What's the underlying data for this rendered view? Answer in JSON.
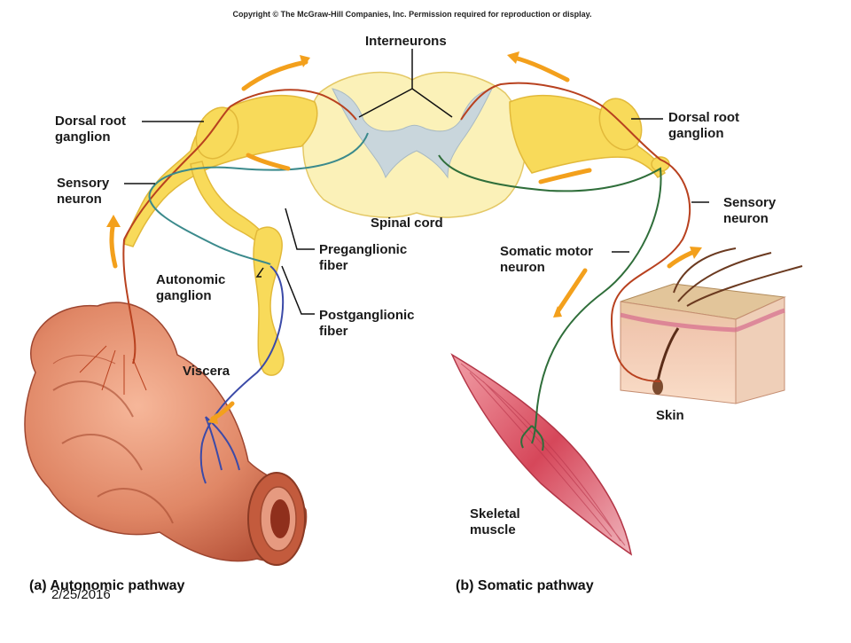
{
  "copyright": "Copyright © The McGraw-Hill Companies, Inc. Permission required for reproduction or display.",
  "labels": {
    "interneurons": "Interneurons",
    "dorsal_root_ganglion_left": "Dorsal root\nganglion",
    "dorsal_root_ganglion_right": "Dorsal root\nganglion",
    "sensory_neuron_left": "Sensory\nneuron",
    "sensory_neuron_right": "Sensory\nneuron",
    "spinal_cord": "Spinal cord",
    "preganglionic_fiber": "Preganglionic\nfiber",
    "postganglionic_fiber": "Postganglionic\nfiber",
    "autonomic_ganglion": "Autonomic\nganglion",
    "somatic_motor_neuron": "Somatic motor\nneuron",
    "viscera": "Viscera",
    "skin": "Skin",
    "skeletal_muscle": "Skeletal\nmuscle"
  },
  "captions": {
    "a_letter": "(a)",
    "a_text": "Autonomic pathway",
    "b_letter": "(b)",
    "b_text": "Somatic pathway"
  },
  "date": "2/25/2016",
  "colors": {
    "nerve_yellow": "#f8da5a",
    "cord_cream": "#fbf1b8",
    "gray_matter": "#c9d6dc",
    "sensory_red": "#b8411f",
    "motor_green": "#2f6e3a",
    "post_blue": "#3b4aa8",
    "arrow_orange": "#f3a01c",
    "intestine": "#e3876a",
    "muscle": "#d85a6a",
    "skin": "#f4c6a8"
  }
}
